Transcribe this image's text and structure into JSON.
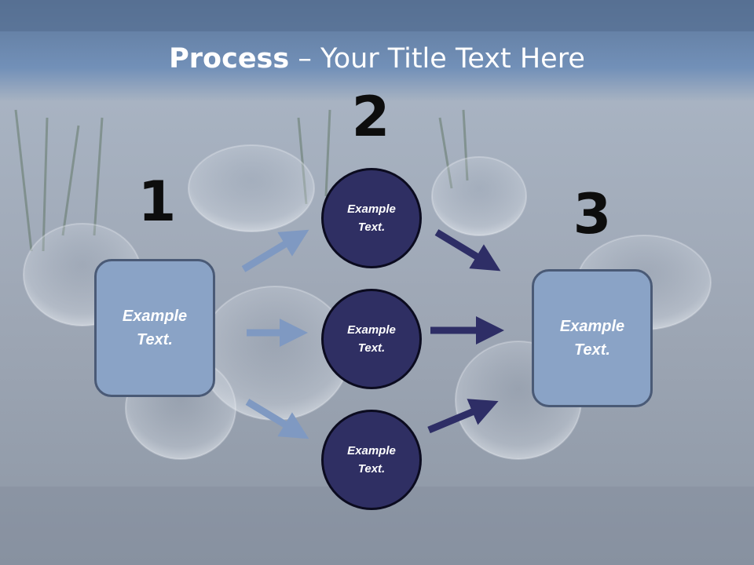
{
  "title": {
    "bold": "Process",
    "rest": " – Your Title Text Here"
  },
  "steps": [
    {
      "number": "1",
      "text": "Example\nText."
    },
    {
      "number": "2",
      "text": ""
    },
    {
      "number": "3",
      "text": "Example\nText."
    }
  ],
  "circles": [
    {
      "text": "Example\nText."
    },
    {
      "text": "Example\nText."
    },
    {
      "text": "Example\nText."
    }
  ],
  "colors": {
    "light_arrow": "#7f99c2",
    "dark_arrow": "#2e2e66",
    "box_fill": "#8aa3c6",
    "circle_fill": "#2f2f63"
  }
}
